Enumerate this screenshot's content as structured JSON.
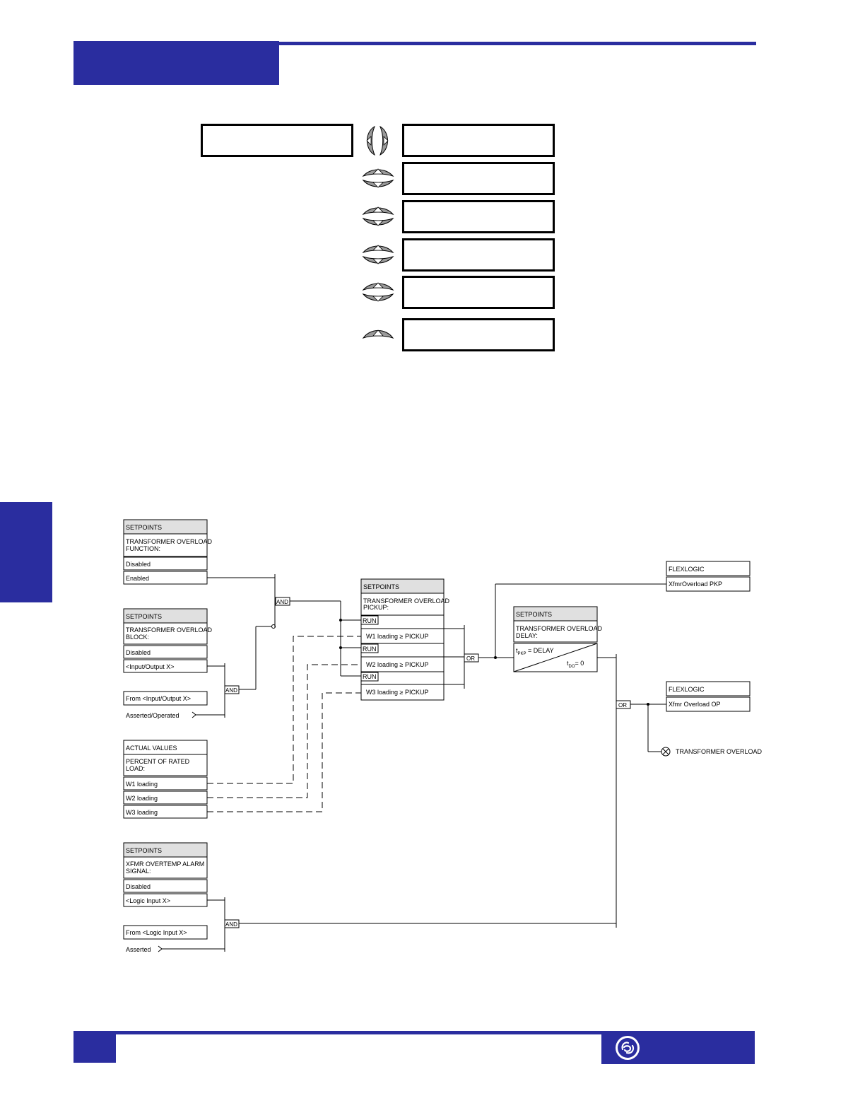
{
  "diagram": {
    "setpoint_header": "SETPOINTS",
    "flexlogic_header": "FLEXLOGIC",
    "actual_header": "ACTUAL  VALUES",
    "func_title": [
      "TRANSFORMER  OVERLOAD",
      "FUNCTION:"
    ],
    "func_opts": [
      "Disabled",
      "Enabled"
    ],
    "block_title": [
      "TRANSFORMER  OVERLOAD",
      "BLOCK:"
    ],
    "block_opts": [
      "Disabled",
      "<Input/Output  X>"
    ],
    "from_io": "From  <Input/Output  X>",
    "asserted_operated": "Asserted/Operated",
    "actual_title": [
      "PERCENT  OF  RATED",
      "LOAD:"
    ],
    "loads": [
      "W1  loading",
      "W2  loading",
      "W3  loading"
    ],
    "alarm_title": [
      "XFMR  OVERTEMP  ALARM",
      "SIGNAL:"
    ],
    "alarm_opts": [
      "Disabled",
      "<Logic  Input  X>"
    ],
    "from_logic": "From  <Logic  Input  X>",
    "asserted": "Asserted",
    "pickup_title": [
      "TRANSFORMER  OVERLOAD",
      "PICKUP:"
    ],
    "run": "RUN",
    "compare": [
      "W1  loading  ≥  PICKUP",
      "W2  loading  ≥  PICKUP",
      "W3  loading  ≥  PICKUP"
    ],
    "delay_title": [
      "TRANSFORMER  OVERLOAD",
      "DELAY:"
    ],
    "tpkp_t": "t",
    "tpkp_sub": "PKP",
    "tpkp_rest": " =  DELAY",
    "tdo_t": "t",
    "tdo_sub": "DO",
    "tdo_rest": "=  0",
    "and_label": "AND",
    "or_label": "OR",
    "flex_pkp": "XfmrOverload  PKP",
    "flex_op": "Xfmr  Overload  OP",
    "transformer_overload": "TRANSFORMER  OVERLOAD"
  }
}
